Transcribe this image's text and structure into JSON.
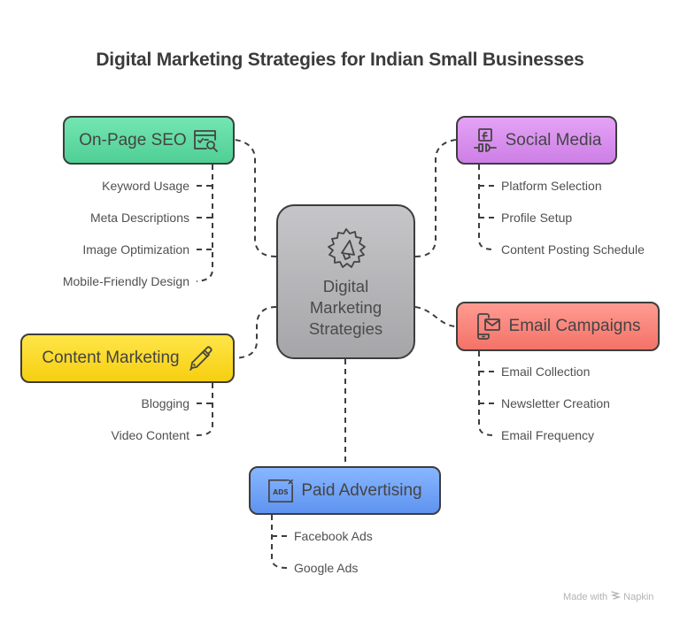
{
  "title": "Digital Marketing Strategies for Indian Small Businesses",
  "center": {
    "label_lines": [
      "Digital",
      "Marketing",
      "Strategies"
    ],
    "icon": "megaphone-gear-icon",
    "color": "#b8b7ba"
  },
  "branches": {
    "seo": {
      "label": "On-Page SEO",
      "icon": "browser-search-icon",
      "color": "#5fdaa2",
      "items": [
        "Keyword Usage",
        "Meta Descriptions",
        "Image Optimization",
        "Mobile-Friendly Design"
      ]
    },
    "social": {
      "label": "Social Media",
      "icon": "facebook-plug-icon",
      "color": "#d990ee",
      "items": [
        "Platform Selection",
        "Profile Setup",
        "Content Posting Schedule"
      ]
    },
    "email": {
      "label": "Email Campaigns",
      "icon": "mobile-email-icon",
      "color": "#fb857c",
      "items": [
        "Email Collection",
        "Newsletter Creation",
        "Email Frequency"
      ]
    },
    "content": {
      "label": "Content Marketing",
      "icon": "pencil-icon",
      "color": "#fbda2c",
      "items": [
        "Blogging",
        "Video Content"
      ]
    },
    "paid": {
      "label": "Paid Advertising",
      "icon": "ads-icon",
      "color": "#73a4f7",
      "items": [
        "Facebook Ads",
        "Google Ads"
      ]
    }
  },
  "watermark": {
    "prefix": "Made with",
    "brand": "Napkin"
  }
}
